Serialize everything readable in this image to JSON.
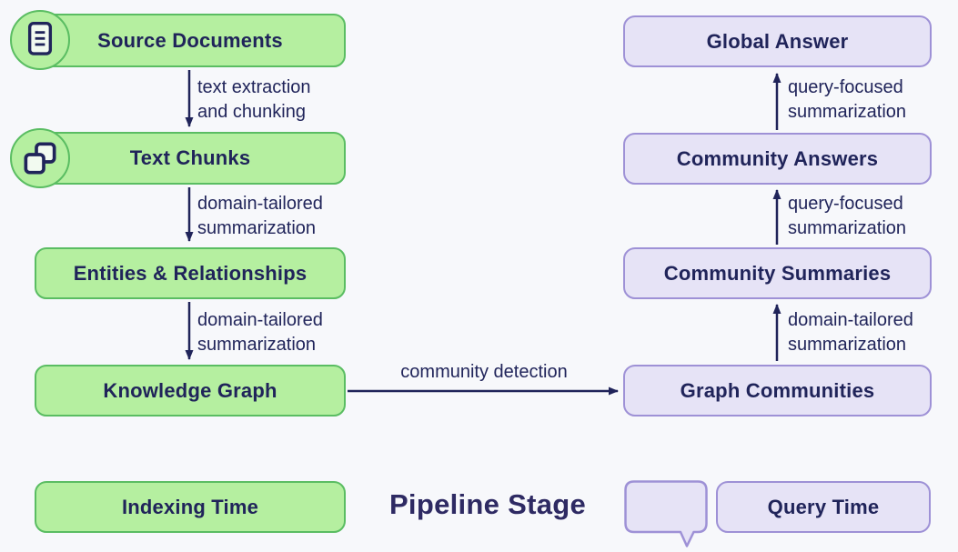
{
  "nodes": {
    "source_documents": {
      "label": "Source Documents"
    },
    "text_chunks": {
      "label": "Text Chunks"
    },
    "entities_relationships": {
      "label": "Entities & Relationships"
    },
    "knowledge_graph": {
      "label": "Knowledge Graph"
    },
    "global_answer": {
      "label": "Global Answer"
    },
    "community_answers": {
      "label": "Community Answers"
    },
    "community_summaries": {
      "label": "Community Summaries"
    },
    "graph_communities": {
      "label": "Graph Communities"
    }
  },
  "edges": {
    "source_to_chunks": {
      "label": "text extraction\nand chunking"
    },
    "chunks_to_entities": {
      "label": "domain-tailored\nsummarization"
    },
    "entities_to_graph": {
      "label": "domain-tailored\nsummarization"
    },
    "graph_to_communities": {
      "label": "community detection"
    },
    "communities_to_summaries": {
      "label": "domain-tailored\nsummarization"
    },
    "summaries_to_answers": {
      "label": "query-focused\nsummarization"
    },
    "answers_to_global": {
      "label": "query-focused\nsummarization"
    }
  },
  "legend": {
    "indexing_time": "Indexing Time",
    "pipeline_stage": "Pipeline Stage",
    "query_time": "Query Time"
  },
  "icons": {
    "source_documents": "document-icon",
    "text_chunks": "overlapping-squares-icon",
    "query_time": "speech-bubble-icon"
  },
  "colors": {
    "background": "#f7f8fb",
    "indexing_fill": "#b5efa0",
    "indexing_border": "#5abd62",
    "query_fill": "#e6e3f6",
    "query_border": "#9e91d6",
    "text": "#20245a",
    "arrow": "#20245a",
    "title_text": "#2e2a63"
  }
}
